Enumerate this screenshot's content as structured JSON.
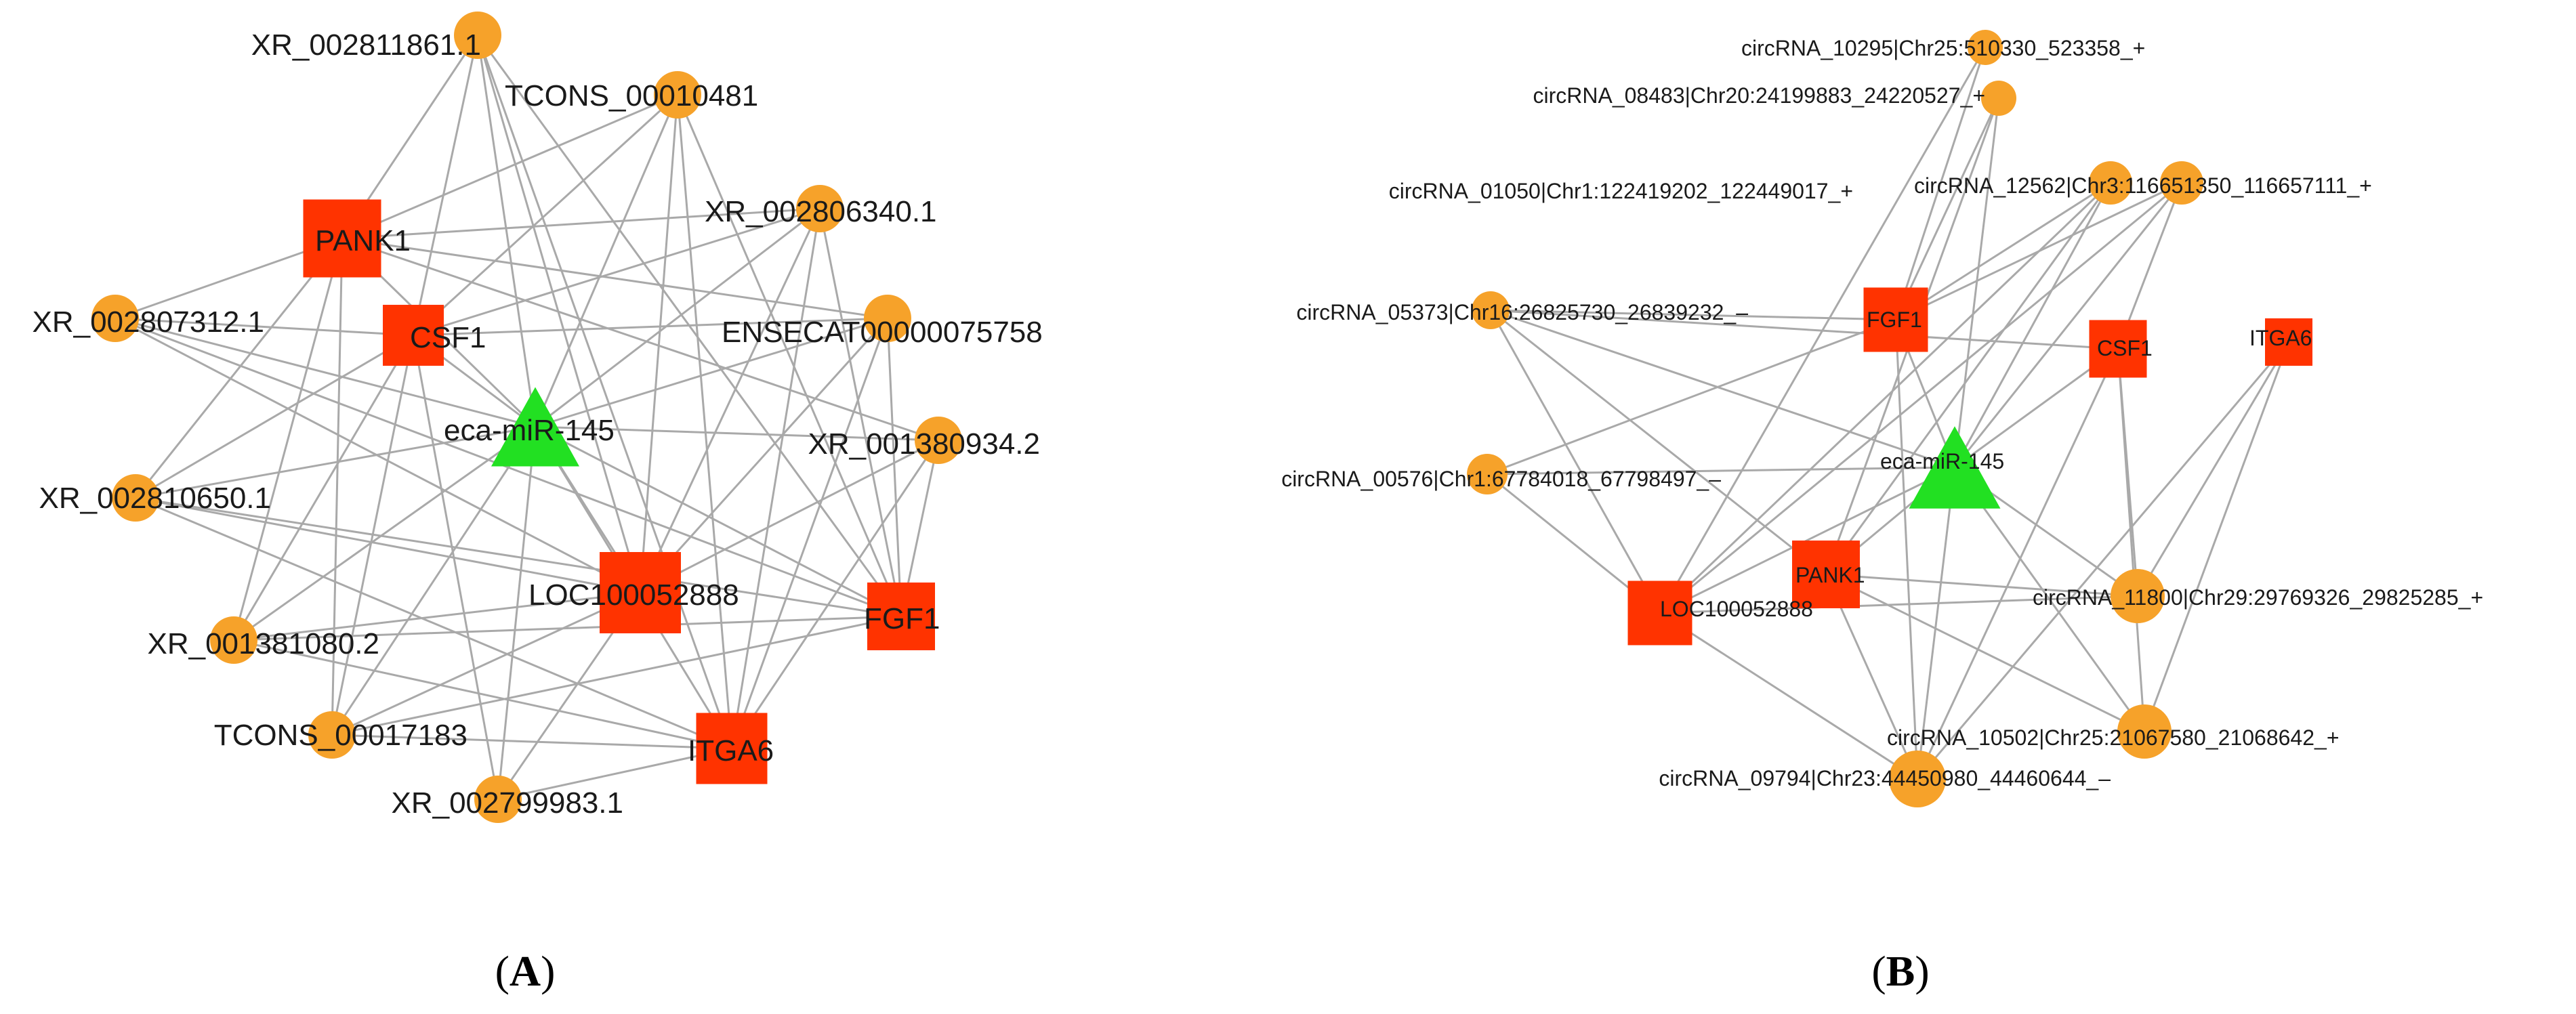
{
  "panels": [
    {
      "id": "A",
      "label": "A",
      "colors": {
        "ncrna": "#f6a22a",
        "mrna": "#ff3300",
        "mirna": "#22e022",
        "edge": "#a9a9a9"
      },
      "nodes": [
        {
          "id": "xr2811861",
          "label": "XR_002811861.1",
          "shape": "circle"
        },
        {
          "id": "tcons10481",
          "label": "TCONS_00010481",
          "shape": "circle"
        },
        {
          "id": "xr2806340",
          "label": "XR_002806340.1",
          "shape": "circle"
        },
        {
          "id": "ensecat",
          "label": "ENSECAT00000075758",
          "shape": "circle"
        },
        {
          "id": "xr1380934",
          "label": "XR_001380934.2",
          "shape": "circle"
        },
        {
          "id": "xr2807312",
          "label": "XR_002807312.1",
          "shape": "circle"
        },
        {
          "id": "xr2810650",
          "label": "XR_002810650.1",
          "shape": "circle"
        },
        {
          "id": "xr1381080",
          "label": "XR_001381080.2",
          "shape": "circle"
        },
        {
          "id": "tcons17183",
          "label": "TCONS_00017183",
          "shape": "circle"
        },
        {
          "id": "xr2799983",
          "label": "XR_002799983.1",
          "shape": "circle"
        },
        {
          "id": "pank1",
          "label": "PANK1",
          "shape": "square"
        },
        {
          "id": "csf1",
          "label": "CSF1",
          "shape": "square"
        },
        {
          "id": "loc",
          "label": "LOC100052888",
          "shape": "square"
        },
        {
          "id": "fgf1",
          "label": "FGF1",
          "shape": "square"
        },
        {
          "id": "itga6",
          "label": "ITGA6",
          "shape": "square"
        },
        {
          "id": "mir",
          "label": "eca-miR-145",
          "shape": "triangle"
        }
      ],
      "edges": [
        [
          "mir",
          "xr2811861"
        ],
        [
          "mir",
          "tcons10481"
        ],
        [
          "mir",
          "xr2806340"
        ],
        [
          "mir",
          "ensecat"
        ],
        [
          "mir",
          "xr1380934"
        ],
        [
          "mir",
          "xr2807312"
        ],
        [
          "mir",
          "xr2810650"
        ],
        [
          "mir",
          "xr1381080"
        ],
        [
          "mir",
          "tcons17183"
        ],
        [
          "mir",
          "xr2799983"
        ],
        [
          "mir",
          "pank1"
        ],
        [
          "mir",
          "csf1"
        ],
        [
          "mir",
          "loc"
        ],
        [
          "mir",
          "fgf1"
        ],
        [
          "mir",
          "itga6"
        ],
        [
          "pank1",
          "xr2811861"
        ],
        [
          "pank1",
          "tcons10481"
        ],
        [
          "pank1",
          "xr2806340"
        ],
        [
          "pank1",
          "ensecat"
        ],
        [
          "pank1",
          "xr1380934"
        ],
        [
          "pank1",
          "xr2807312"
        ],
        [
          "pank1",
          "xr2810650"
        ],
        [
          "pank1",
          "xr1381080"
        ],
        [
          "pank1",
          "tcons17183"
        ],
        [
          "csf1",
          "xr2811861"
        ],
        [
          "csf1",
          "tcons10481"
        ],
        [
          "csf1",
          "xr2806340"
        ],
        [
          "csf1",
          "ensecat"
        ],
        [
          "csf1",
          "xr2807312"
        ],
        [
          "csf1",
          "xr2810650"
        ],
        [
          "csf1",
          "xr1381080"
        ],
        [
          "csf1",
          "tcons17183"
        ],
        [
          "csf1",
          "xr2799983"
        ],
        [
          "loc",
          "xr2811861"
        ],
        [
          "loc",
          "tcons10481"
        ],
        [
          "loc",
          "xr2806340"
        ],
        [
          "loc",
          "ensecat"
        ],
        [
          "loc",
          "xr1380934"
        ],
        [
          "loc",
          "xr2807312"
        ],
        [
          "loc",
          "xr2810650"
        ],
        [
          "loc",
          "xr1381080"
        ],
        [
          "loc",
          "tcons17183"
        ],
        [
          "loc",
          "xr2799983"
        ],
        [
          "fgf1",
          "xr2811861"
        ],
        [
          "fgf1",
          "tcons10481"
        ],
        [
          "fgf1",
          "xr2806340"
        ],
        [
          "fgf1",
          "ensecat"
        ],
        [
          "fgf1",
          "xr1380934"
        ],
        [
          "fgf1",
          "xr2807312"
        ],
        [
          "fgf1",
          "xr2810650"
        ],
        [
          "fgf1",
          "xr1381080"
        ],
        [
          "fgf1",
          "tcons17183"
        ],
        [
          "itga6",
          "xr2811861"
        ],
        [
          "itga6",
          "tcons10481"
        ],
        [
          "itga6",
          "xr2806340"
        ],
        [
          "itga6",
          "ensecat"
        ],
        [
          "itga6",
          "xr1380934"
        ],
        [
          "itga6",
          "xr2810650"
        ],
        [
          "itga6",
          "xr1381080"
        ],
        [
          "itga6",
          "tcons17183"
        ],
        [
          "itga6",
          "xr2799983"
        ]
      ]
    },
    {
      "id": "B",
      "label": "B",
      "colors": {
        "ncrna": "#f6a22a",
        "mrna": "#ff3300",
        "mirna": "#22e022",
        "edge": "#a9a9a9"
      },
      "nodes": [
        {
          "id": "c10295",
          "label": "circRNA_10295|Chr25:510330_523358_+",
          "shape": "circle"
        },
        {
          "id": "c08483",
          "label": "circRNA_08483|Chr20:24199883_24220527_+",
          "shape": "circle"
        },
        {
          "id": "c01050",
          "label": "circRNA_01050|Chr1:122419202_122449017_+",
          "shape": "circle"
        },
        {
          "id": "c12562",
          "label": "circRNA_12562|Chr3:116651350_116657111_+",
          "shape": "circle"
        },
        {
          "id": "c05373",
          "label": "circRNA_05373|Chr16:26825730_26839232_–",
          "shape": "circle"
        },
        {
          "id": "c00576",
          "label": "circRNA_00576|Chr1:67784018_67798497_–",
          "shape": "circle"
        },
        {
          "id": "c11800",
          "label": "circRNA_11800|Chr29:29769326_29825285_+",
          "shape": "circle"
        },
        {
          "id": "c10502",
          "label": "circRNA_10502|Chr25:21067580_21068642_+",
          "shape": "circle"
        },
        {
          "id": "c09794",
          "label": "circRNA_09794|Chr23:44450980_44460644_–",
          "shape": "circle"
        },
        {
          "id": "fgf1",
          "label": "FGF1",
          "shape": "square"
        },
        {
          "id": "csf1",
          "label": "CSF1",
          "shape": "square"
        },
        {
          "id": "itga6",
          "label": "ITGA6",
          "shape": "square"
        },
        {
          "id": "pank1",
          "label": "PANK1",
          "shape": "square"
        },
        {
          "id": "loc",
          "label": "LOC100052888",
          "shape": "square"
        },
        {
          "id": "mir",
          "label": "eca-miR-145",
          "shape": "triangle"
        }
      ],
      "edges": [
        [
          "mir",
          "c08483"
        ],
        [
          "mir",
          "c01050"
        ],
        [
          "mir",
          "c12562"
        ],
        [
          "mir",
          "c05373"
        ],
        [
          "mir",
          "c00576"
        ],
        [
          "mir",
          "c11800"
        ],
        [
          "mir",
          "c10502"
        ],
        [
          "mir",
          "c09794"
        ],
        [
          "mir",
          "fgf1"
        ],
        [
          "mir",
          "csf1"
        ],
        [
          "mir",
          "pank1"
        ],
        [
          "mir",
          "loc"
        ],
        [
          "fgf1",
          "c10295"
        ],
        [
          "fgf1",
          "c08483"
        ],
        [
          "fgf1",
          "c01050"
        ],
        [
          "fgf1",
          "c12562"
        ],
        [
          "fgf1",
          "c05373"
        ],
        [
          "fgf1",
          "c00576"
        ],
        [
          "fgf1",
          "c09794"
        ],
        [
          "csf1",
          "c12562"
        ],
        [
          "csf1",
          "c05373"
        ],
        [
          "csf1",
          "c11800"
        ],
        [
          "csf1",
          "c10502"
        ],
        [
          "csf1",
          "c09794"
        ],
        [
          "itga6",
          "c11800"
        ],
        [
          "itga6",
          "c10502"
        ],
        [
          "itga6",
          "c09794"
        ],
        [
          "pank1",
          "c01050"
        ],
        [
          "pank1",
          "c05373"
        ],
        [
          "pank1",
          "c11800"
        ],
        [
          "pank1",
          "c10502"
        ],
        [
          "pank1",
          "c09794"
        ],
        [
          "pank1",
          "c08483"
        ],
        [
          "loc",
          "c01050"
        ],
        [
          "loc",
          "c12562"
        ],
        [
          "loc",
          "c05373"
        ],
        [
          "loc",
          "c00576"
        ],
        [
          "loc",
          "c11800"
        ],
        [
          "loc",
          "c09794"
        ],
        [
          "loc",
          "c10295"
        ]
      ]
    }
  ]
}
